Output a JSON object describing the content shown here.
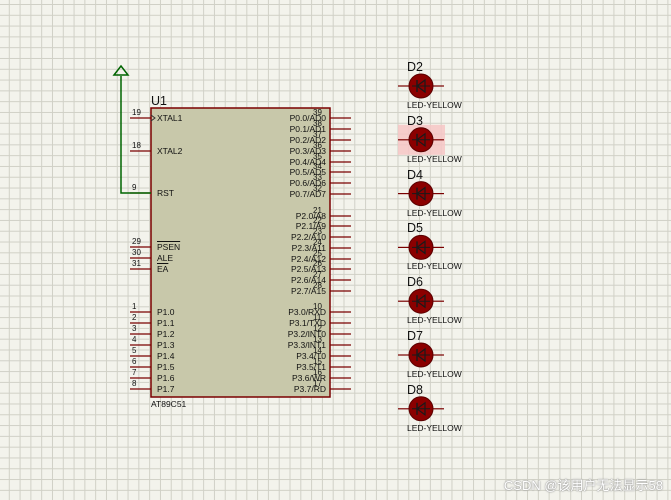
{
  "chip": {
    "ref": "U1",
    "part": "AT89C51",
    "left_pins": [
      {
        "num": "19",
        "name": "XTAL1"
      },
      {
        "num": "18",
        "name": "XTAL2"
      },
      {
        "num": "9",
        "name": "RST"
      },
      {
        "num": "29",
        "name": "PSEN"
      },
      {
        "num": "30",
        "name": "ALE"
      },
      {
        "num": "31",
        "name": "EA"
      },
      {
        "num": "1",
        "name": "P1.0"
      },
      {
        "num": "2",
        "name": "P1.1"
      },
      {
        "num": "3",
        "name": "P1.2"
      },
      {
        "num": "4",
        "name": "P1.3"
      },
      {
        "num": "5",
        "name": "P1.4"
      },
      {
        "num": "6",
        "name": "P1.5"
      },
      {
        "num": "7",
        "name": "P1.6"
      },
      {
        "num": "8",
        "name": "P1.7"
      }
    ],
    "right_pins": [
      {
        "num": "39",
        "name": "P0.0/AD0"
      },
      {
        "num": "38",
        "name": "P0.1/AD1"
      },
      {
        "num": "37",
        "name": "P0.2/AD2"
      },
      {
        "num": "36",
        "name": "P0.3/AD3"
      },
      {
        "num": "35",
        "name": "P0.4/AD4"
      },
      {
        "num": "34",
        "name": "P0.5/AD5"
      },
      {
        "num": "33",
        "name": "P0.6/AD6"
      },
      {
        "num": "32",
        "name": "P0.7/AD7"
      },
      {
        "num": "21",
        "name": "P2.0/A8"
      },
      {
        "num": "22",
        "name": "P2.1/A9"
      },
      {
        "num": "23",
        "name": "P2.2/A10"
      },
      {
        "num": "24",
        "name": "P2.3/A11"
      },
      {
        "num": "25",
        "name": "P2.4/A12"
      },
      {
        "num": "26",
        "name": "P2.5/A13"
      },
      {
        "num": "27",
        "name": "P2.6/A14"
      },
      {
        "num": "28",
        "name": "P2.7/A15"
      },
      {
        "num": "10",
        "name": "P3.0/RXD"
      },
      {
        "num": "11",
        "name": "P3.1/TXD"
      },
      {
        "num": "12",
        "name": "P3.2/INT0"
      },
      {
        "num": "13",
        "name": "P3.3/INT1"
      },
      {
        "num": "14",
        "name": "P3.4/T0"
      },
      {
        "num": "15",
        "name": "P3.5/T1"
      },
      {
        "num": "16",
        "name": "P3.6/WR"
      },
      {
        "num": "17",
        "name": "P3.7/RD"
      }
    ]
  },
  "leds": [
    {
      "ref": "D2",
      "value": "LED-YELLOW",
      "selected": false
    },
    {
      "ref": "D3",
      "value": "LED-YELLOW",
      "selected": true
    },
    {
      "ref": "D4",
      "value": "LED-YELLOW",
      "selected": false
    },
    {
      "ref": "D5",
      "value": "LED-YELLOW",
      "selected": false
    },
    {
      "ref": "D6",
      "value": "LED-YELLOW",
      "selected": false
    },
    {
      "ref": "D7",
      "value": "LED-YELLOW",
      "selected": false
    },
    {
      "ref": "D8",
      "value": "LED-YELLOW",
      "selected": false
    }
  ],
  "watermark": "CSDN @该用户无法显示58",
  "colors": {
    "chip_fill": "#c8c8aa",
    "chip_border": "#7a0000",
    "wire": "#006400",
    "led_fill": "#8b0000",
    "led_symbol": "#1a1a1a",
    "selection": "#f6c6c6"
  }
}
